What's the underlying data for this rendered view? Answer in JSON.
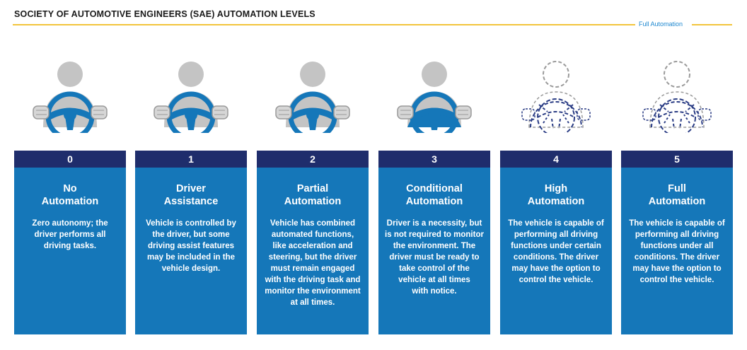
{
  "title": "SOCIETY OF AUTOMOTIVE ENGINEERS (SAE) AUTOMATION LEVELS",
  "full_automation_label": "Full Automation",
  "colors": {
    "card_blue": "#1577b9",
    "header_navy": "#1f2d6c",
    "rule_yellow": "#f2c53d",
    "person_gray": "#c4c4c4",
    "wheel_blue": "#1577b9",
    "dashed_navy": "#2a3c84"
  },
  "levels": [
    {
      "num": "0",
      "head1": "No",
      "head2": "Automation",
      "desc": [
        "Zero autonomy; the",
        "driver performs all",
        "driving tasks."
      ],
      "icon": "driver-steering-icon"
    },
    {
      "num": "1",
      "head1": "Driver",
      "head2": "Assistance",
      "desc": [
        "Vehicle is controlled by",
        "the driver, but some",
        "driving assist features",
        "may be included in the",
        "vehicle design."
      ],
      "icon": "driver-steering-icon"
    },
    {
      "num": "2",
      "head1": "Partial",
      "head2": "Automation",
      "desc": [
        "Vehicle has combined",
        "automated functions,",
        "like acceleration and",
        "steering, but the driver",
        "must remain engaged",
        "with the driving task and",
        "monitor the environment",
        "at all times."
      ],
      "icon": "driver-steering-icon"
    },
    {
      "num": "3",
      "head1": "Conditional",
      "head2": "Automation",
      "desc": [
        "Driver is a necessity, but",
        "is not required to monitor",
        "the environment. The",
        "driver must be ready to",
        "take control of the",
        "vehicle at all times",
        "with notice."
      ],
      "icon": "driver-steering-icon"
    },
    {
      "num": "4",
      "head1": "High",
      "head2": "Automation",
      "desc": [
        "The vehicle is capable of",
        "performing all driving",
        "functions under certain",
        "conditions. The driver",
        "may have the option to",
        "control the vehicle."
      ],
      "icon": "dashed-driver-icon"
    },
    {
      "num": "5",
      "head1": "Full",
      "head2": "Automation",
      "desc": [
        "The vehicle is capable of",
        "performing all driving",
        "functions under all",
        "conditions. The driver",
        "may have the option to",
        "control the vehicle."
      ],
      "icon": "dashed-driver-icon"
    }
  ]
}
